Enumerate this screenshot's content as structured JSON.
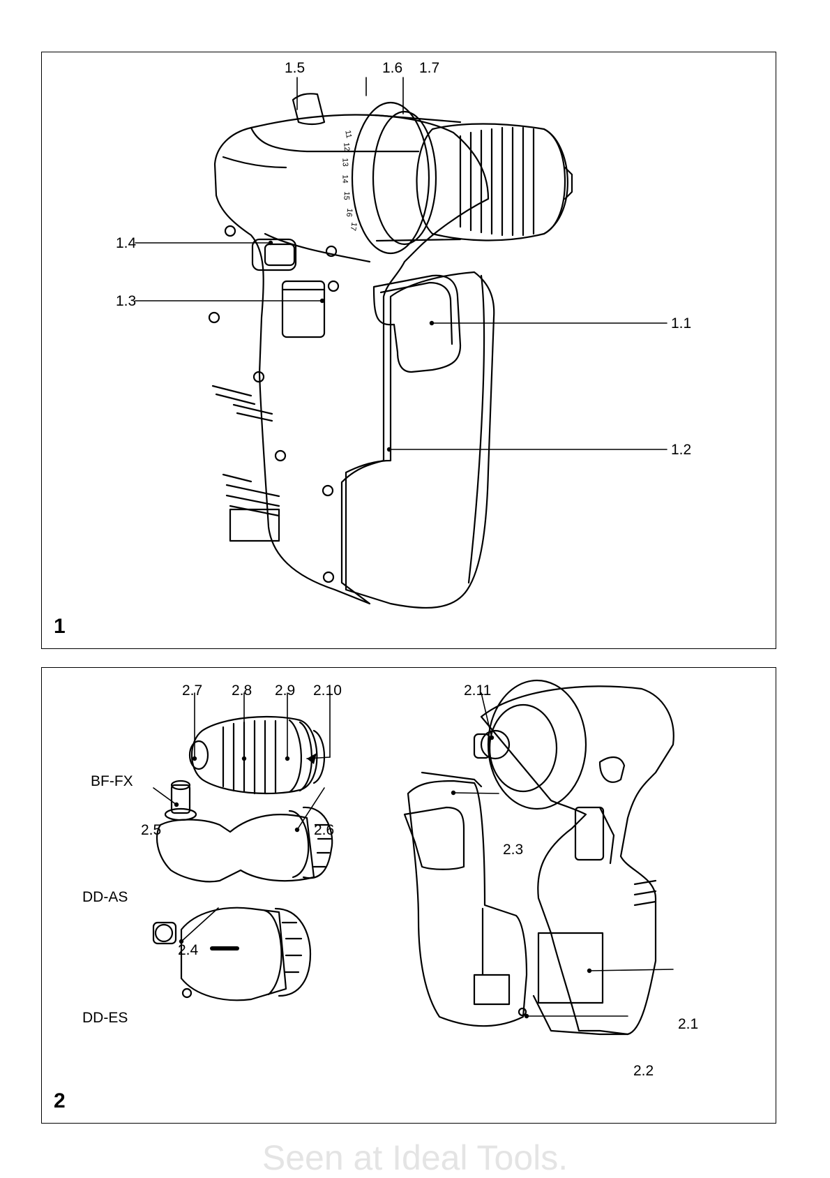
{
  "figure1": {
    "number": "1",
    "callouts": {
      "c15": "1.5",
      "c16": "1.6",
      "c17": "1.7",
      "c14": "1.4",
      "c13": "1.3",
      "c11": "1.1",
      "c12": "1.2"
    },
    "dial_numbers": [
      "11",
      "12",
      "13",
      "14",
      "15",
      "16",
      "17"
    ]
  },
  "figure2": {
    "number": "2",
    "callouts": {
      "c27": "2.7",
      "c28": "2.8",
      "c29": "2.9",
      "c210": "2.10",
      "c211": "2.11",
      "c25": "2.5",
      "c26": "2.6",
      "c23": "2.3",
      "c24": "2.4",
      "c21": "2.1",
      "c22": "2.2"
    },
    "models": {
      "bffx": "BF-FX",
      "ddas": "DD-AS",
      "ddes": "DD-ES"
    }
  },
  "footer": {
    "text": "Seen at Ideal Tools."
  }
}
